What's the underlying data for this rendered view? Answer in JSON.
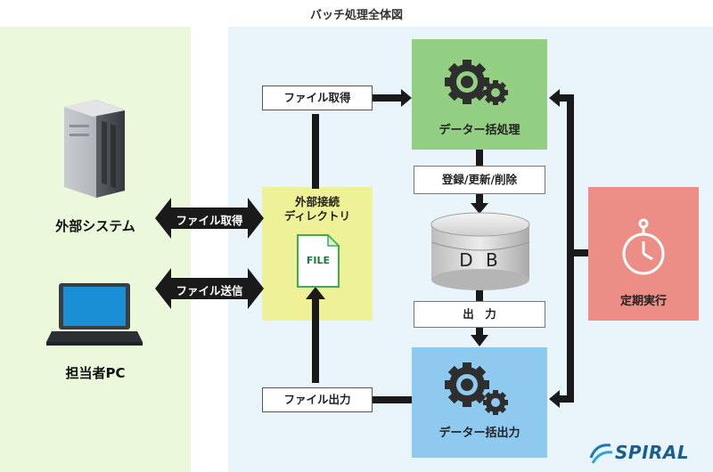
{
  "title": "バッチ処理全体図",
  "external_system": {
    "label": "外部システム"
  },
  "person_pc": {
    "label": "担当者PC"
  },
  "arrows": {
    "file_get": "ファイル取得",
    "file_send": "ファイル送信"
  },
  "directory": {
    "line1": "外部接続",
    "line2": "ディレクトリ",
    "file_icon_text": "FILE"
  },
  "upper_label": "ファイル取得",
  "lower_label": "ファイル出力",
  "bulk_process": {
    "label": "データー括処理"
  },
  "bulk_output": {
    "label": "データー括出力"
  },
  "register_label": "登録/更新/削除",
  "db": {
    "label": "D B"
  },
  "output_label": "出　力",
  "scheduled": {
    "label": "定期実行"
  },
  "logo": {
    "text": "SPIRAL"
  },
  "colors": {
    "external_panel": "#ebf8dc",
    "system_panel": "#eaf5fb",
    "directory": "#eef197",
    "process": "#92cf82",
    "output": "#8ec9ef",
    "scheduled": "#ed8e86",
    "arrow": "#1a1a1a"
  }
}
